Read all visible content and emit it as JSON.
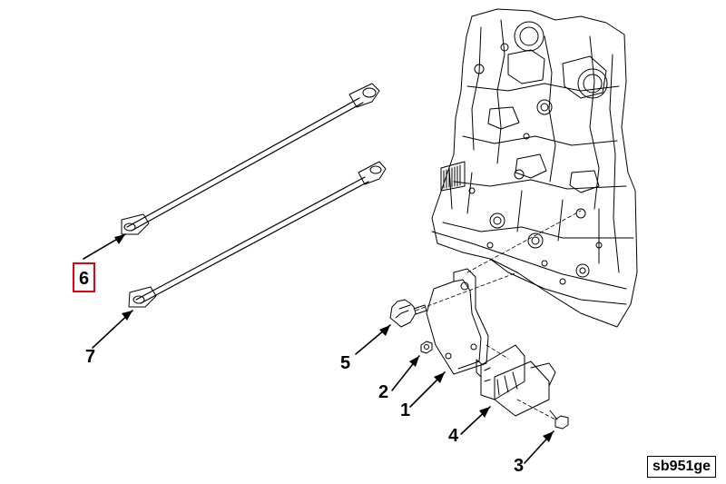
{
  "diagram": {
    "callouts": [
      {
        "key": "c1",
        "label": "1"
      },
      {
        "key": "c2",
        "label": "2"
      },
      {
        "key": "c3",
        "label": "3"
      },
      {
        "key": "c4",
        "label": "4"
      },
      {
        "key": "c5",
        "label": "5"
      },
      {
        "key": "c6",
        "label": "6"
      },
      {
        "key": "c7",
        "label": "7"
      }
    ],
    "reference_code": "sb951ge",
    "highlighted_callout": "6",
    "colors": {
      "line": "#000000",
      "highlight": "#e8000f",
      "background": "#ffffff"
    }
  }
}
